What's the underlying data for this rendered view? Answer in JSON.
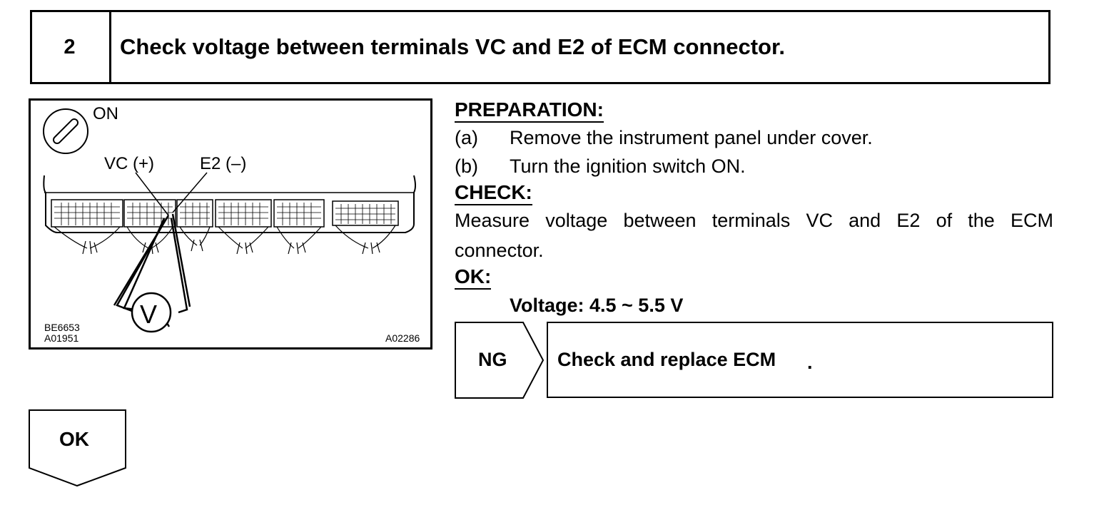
{
  "step": {
    "number": "2",
    "title": "Check voltage between terminals VC and E2 of ECM connector."
  },
  "figure": {
    "ignition_label": "ON",
    "vc_label": "VC (+)",
    "e2_label": "E2 (–)",
    "meter_symbol": "V",
    "code_a": "BE6653",
    "code_b": "A01951",
    "code_c": "A02286"
  },
  "preparation": {
    "header": "PREPARATION:",
    "items": [
      {
        "marker": "(a)",
        "text": "Remove the instrument panel under cover."
      },
      {
        "marker": "(b)",
        "text": "Turn the ignition switch ON."
      }
    ]
  },
  "check": {
    "header": "CHECK:",
    "line1": "Measure voltage between terminals VC and E2 of the ECM",
    "line2": "connector."
  },
  "ok_spec": {
    "header": "OK:",
    "value": "Voltage: 4.5 ~ 5.5 V"
  },
  "ng_result": {
    "label": "NG",
    "action": "Check and replace ECM",
    "punct": "."
  },
  "ok_next": {
    "label": "OK"
  }
}
